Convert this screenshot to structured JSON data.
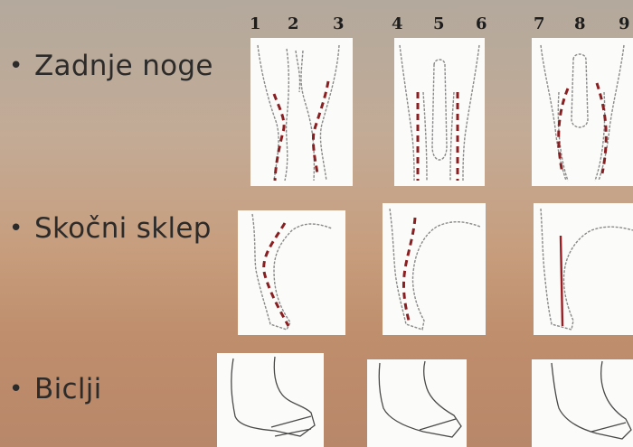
{
  "bullets": [
    {
      "dot": "•",
      "label": "Zadnje noge"
    },
    {
      "dot": "•",
      "label": "Skočni sklep"
    },
    {
      "dot": "•",
      "label": "Biclji"
    }
  ],
  "column_numbers": [
    "1",
    "2",
    "3",
    "4",
    "5",
    "6",
    "7",
    "8",
    "9"
  ]
}
